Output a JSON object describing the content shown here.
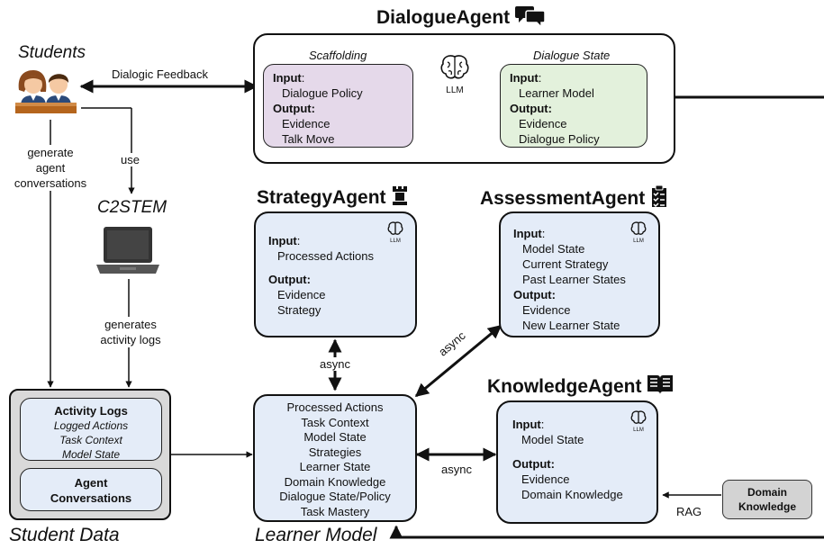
{
  "dialogue_agent": {
    "title": "DialogueAgent",
    "icon": "chat-bubbles-icon",
    "scaffolding": {
      "label": "Scaffolding",
      "input_label": "Input",
      "inputs": [
        "Dialogue Policy"
      ],
      "output_label": "Output:",
      "outputs": [
        "Evidence",
        "Talk Move"
      ]
    },
    "llm_label": "LLM",
    "dialogue_state": {
      "label": "Dialogue State",
      "input_label": "Input",
      "inputs": [
        "Learner Model"
      ],
      "output_label": "Output:",
      "outputs": [
        "Evidence",
        "Dialogue Policy"
      ]
    }
  },
  "students": {
    "label": "Students",
    "dialogic_feedback": "Dialogic Feedback",
    "use": "use",
    "generate": [
      "generate",
      "agent",
      "conversations"
    ]
  },
  "c2stem": {
    "label": "C2STEM",
    "generates": [
      "generates",
      "activity logs"
    ]
  },
  "student_data": {
    "label": "Student Data",
    "activity_logs": {
      "title": "Activity Logs",
      "items": [
        "Logged Actions",
        "Task Context",
        "Model State"
      ]
    },
    "agent_conversations": [
      "Agent",
      "Conversations"
    ]
  },
  "strategy_agent": {
    "title": "StrategyAgent",
    "icon": "chess-rook-icon",
    "llm_label": "LLM",
    "input_label": "Input",
    "inputs": [
      "Processed Actions"
    ],
    "output_label": "Output:",
    "outputs": [
      "Evidence",
      "Strategy"
    ]
  },
  "assessment_agent": {
    "title": "AssessmentAgent",
    "icon": "clipboard-checklist-icon",
    "llm_label": "LLM",
    "input_label": "Input",
    "inputs": [
      "Model State",
      "Current Strategy",
      "Past Learner States"
    ],
    "output_label": "Output:",
    "outputs": [
      "Evidence",
      "New Learner State"
    ]
  },
  "knowledge_agent": {
    "title": "KnowledgeAgent",
    "icon": "open-book-icon",
    "llm_label": "LLM",
    "input_label": "Input",
    "inputs": [
      "Model State"
    ],
    "output_label": "Output:",
    "outputs": [
      "Evidence",
      "Domain Knowledge"
    ]
  },
  "learner_model": {
    "label": "Learner Model",
    "items": [
      "Processed Actions",
      "Task Context",
      "Model State",
      "Strategies",
      "Learner State",
      "Domain Knowledge",
      "Dialogue State/Policy",
      "Task Mastery"
    ]
  },
  "domain_knowledge": {
    "lines": [
      "Domain",
      "Knowledge"
    ]
  },
  "edges": {
    "async_1": "async",
    "async_2": "async",
    "async_3": "async",
    "rag": "RAG"
  },
  "colors": {
    "scaffolding_fill": "#e5d9ea",
    "dialogue_state_fill": "#e3f1dc",
    "agent_fill": "#e4ecf8",
    "student_data_fill": "#d9d9d9",
    "domain_knowledge_fill": "#d3d3d3"
  }
}
